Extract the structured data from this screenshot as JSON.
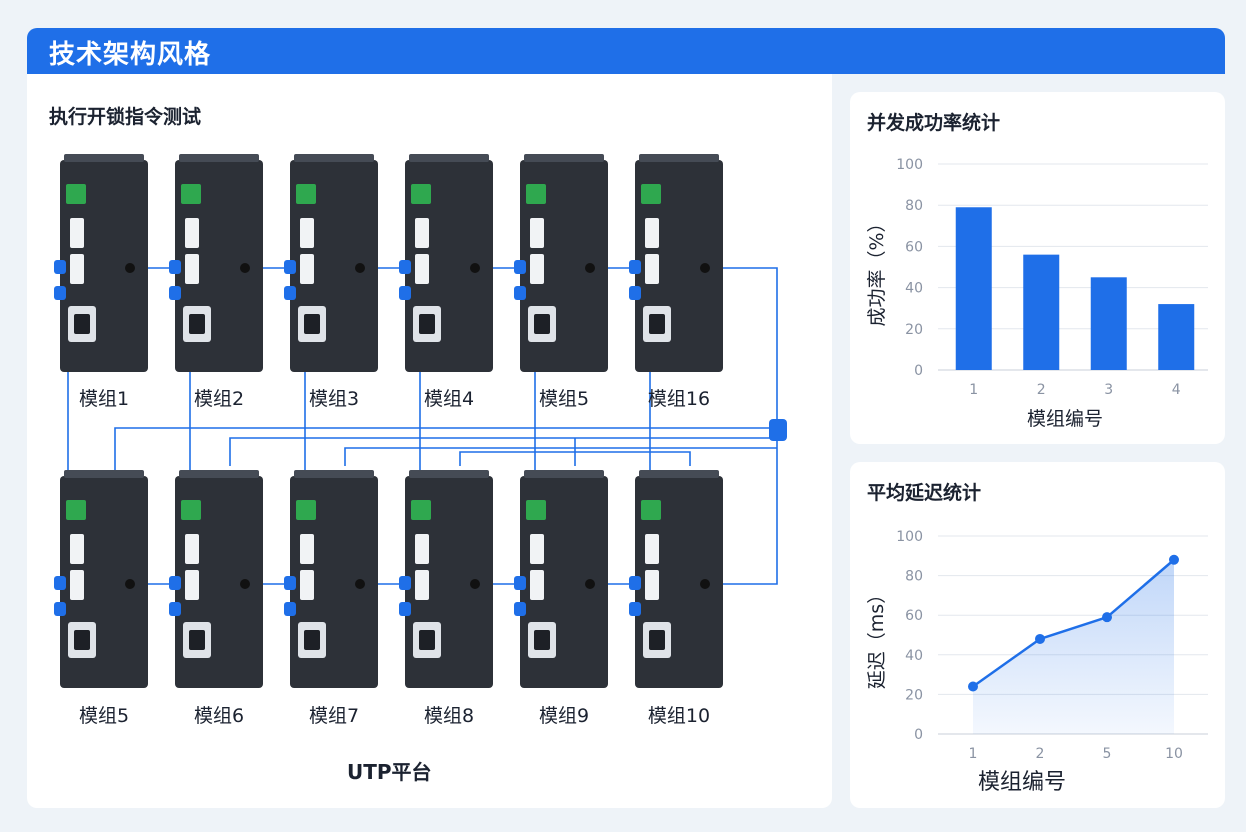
{
  "header": {
    "title": "技术架构风格"
  },
  "topology": {
    "title": "执行开锁指令测试",
    "modules_row1": [
      "模组1",
      "模组2",
      "模组3",
      "模组4",
      "模组5",
      "模组16"
    ],
    "modules_row2": [
      "模组5",
      "模组6",
      "模组7",
      "模组8",
      "模组9",
      "模组10"
    ],
    "platform_label": "UTP平台",
    "colors": {
      "device": "#2d3138",
      "terminal": "#2fa84f",
      "link": "#1f6fe8"
    }
  },
  "chart_data": [
    {
      "type": "bar",
      "title": "并发成功率统计",
      "categories": [
        "1",
        "2",
        "3",
        "4"
      ],
      "values": [
        79,
        56,
        45,
        32
      ],
      "xlabel": "模组编号",
      "ylabel": "成功率（%）",
      "ylim": [
        0,
        100
      ],
      "yticks": [
        "100",
        "80",
        "60",
        "40",
        "20",
        "0"
      ],
      "grid": true,
      "color": "#1f6fe8"
    },
    {
      "type": "line",
      "title": "平均延迟统计",
      "categories": [
        "1",
        "2",
        "5",
        "10"
      ],
      "values": [
        24,
        48,
        59,
        88
      ],
      "xlabel": "模组编号",
      "ylabel": "延迟（ms）",
      "ylim": [
        0,
        100
      ],
      "yticks": [
        "100",
        "80",
        "60",
        "40",
        "20",
        "0"
      ],
      "grid": true,
      "color": "#1f6fe8",
      "fill": "area"
    }
  ]
}
